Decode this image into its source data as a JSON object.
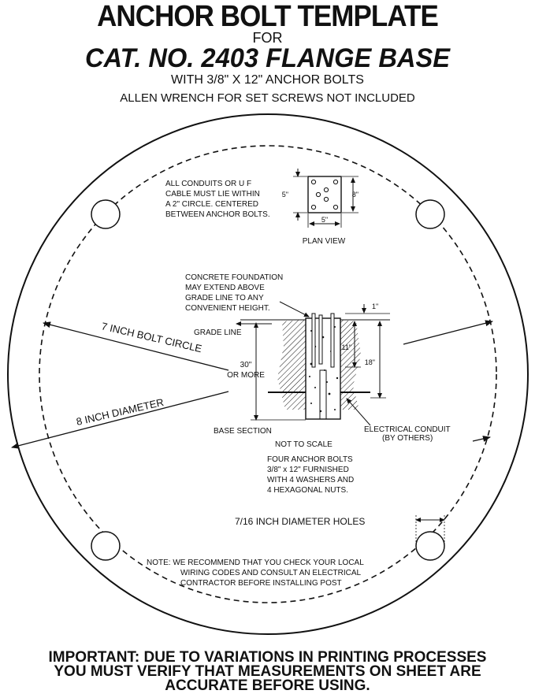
{
  "header": {
    "title": "ANCHOR BOLT TEMPLATE",
    "for": "FOR",
    "catalog": "CAT. NO. 2403 FLANGE BASE",
    "bolts": "WITH 3/8\" X 12\" ANCHOR BOLTS",
    "wrench_note": "ALLEN WRENCH FOR SET SCREWS NOT INCLUDED"
  },
  "conduit_note": {
    "lines": [
      "ALL CONDUITS OR U F",
      "CABLE MUST LIE WITHIN",
      "A 2\" CIRCLE. CENTERED",
      "BETWEEN ANCHOR BOLTS."
    ]
  },
  "plan_view": {
    "label": "PLAN VIEW",
    "dim_left": "5\"",
    "dim_right": "8\"",
    "dim_bottom": "5\""
  },
  "foundation_note": {
    "lines": [
      "CONCRETE FOUNDATION",
      "MAY EXTEND ABOVE",
      "GRADE LINE TO ANY",
      "CONVENIENT HEIGHT."
    ]
  },
  "dimensions": {
    "bolt_circle": "7 INCH BOLT CIRCLE",
    "diameter": "8 INCH DIAMETER",
    "holes": "7/16 INCH DIAMETER HOLES",
    "grade_line": "GRADE LINE",
    "depth_line1": "30\"",
    "depth_line2": "OR MORE",
    "one_inch": "1\"",
    "eleven_inch": "11\"",
    "eighteen_inch": "18\"",
    "base_section": "BASE SECTION",
    "not_to_scale": "NOT TO SCALE",
    "conduit_line1": "ELECTRICAL CONDUIT",
    "conduit_line2": "(BY OTHERS)"
  },
  "bolts_note": {
    "lines": [
      "FOUR ANCHOR BOLTS",
      "3/8\" x 12\" FURNISHED",
      "WITH 4 WASHERS AND",
      "4 HEXAGONAL NUTS."
    ]
  },
  "recommend_note": {
    "lines": [
      "NOTE:   WE RECOMMEND THAT YOU CHECK YOUR LOCAL",
      "WIRING CODES AND CONSULT AN ELECTRICAL",
      "CONTRACTOR BEFORE INSTALLING POST"
    ]
  },
  "important": {
    "lines": [
      "IMPORTANT: DUE TO VARIATIONS IN PRINTING PROCESSES",
      "YOU MUST VERIFY THAT MEASUREMENTS ON SHEET ARE",
      "ACCURATE BEFORE USING."
    ]
  }
}
